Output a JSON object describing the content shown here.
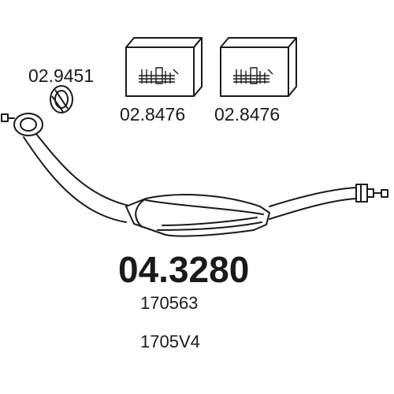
{
  "colors": {
    "line": "#1a1a1a",
    "background": "#ffffff"
  },
  "parts": {
    "gasket": {
      "code": "02.9451"
    },
    "mount_box_1": {
      "code": "02.8476"
    },
    "mount_box_2": {
      "code": "02.8476"
    },
    "main": {
      "code": "04.3280",
      "ref_1": "170563",
      "ref_2": "1705V4"
    }
  }
}
